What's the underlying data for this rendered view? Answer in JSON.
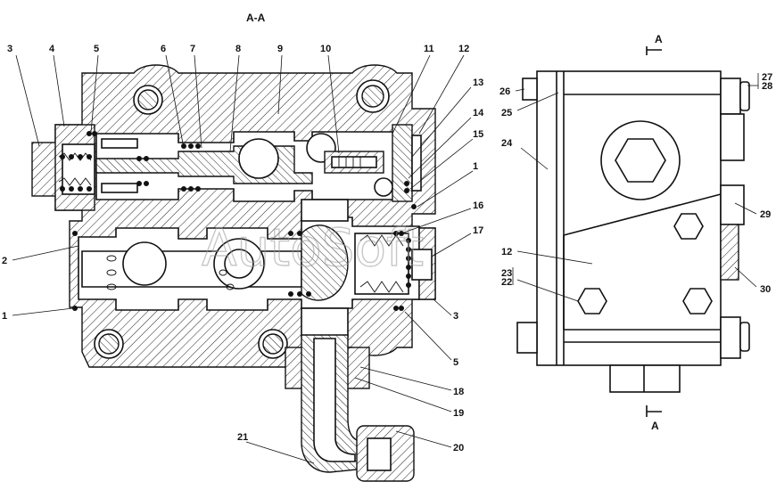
{
  "section_title": "А-А",
  "section_mark": "А",
  "watermark": "AutoSoft",
  "callouts": [
    {
      "id": "c3a",
      "text": "3"
    },
    {
      "id": "c4",
      "text": "4"
    },
    {
      "id": "c5a",
      "text": "5"
    },
    {
      "id": "c6",
      "text": "6"
    },
    {
      "id": "c7",
      "text": "7"
    },
    {
      "id": "c8",
      "text": "8"
    },
    {
      "id": "c9",
      "text": "9"
    },
    {
      "id": "c10",
      "text": "10"
    },
    {
      "id": "c11",
      "text": "11"
    },
    {
      "id": "c12a",
      "text": "12"
    },
    {
      "id": "c13",
      "text": "13"
    },
    {
      "id": "c14",
      "text": "14"
    },
    {
      "id": "c15",
      "text": "15"
    },
    {
      "id": "c1a",
      "text": "1"
    },
    {
      "id": "c16",
      "text": "16"
    },
    {
      "id": "c17",
      "text": "17"
    },
    {
      "id": "c2",
      "text": "2"
    },
    {
      "id": "c1b",
      "text": "1"
    },
    {
      "id": "c3b",
      "text": "3"
    },
    {
      "id": "c5b",
      "text": "5"
    },
    {
      "id": "c18",
      "text": "18"
    },
    {
      "id": "c19",
      "text": "19"
    },
    {
      "id": "c20",
      "text": "20"
    },
    {
      "id": "c21",
      "text": "21"
    },
    {
      "id": "c26",
      "text": "26"
    },
    {
      "id": "c25",
      "text": "25"
    },
    {
      "id": "c24",
      "text": "24"
    },
    {
      "id": "c27",
      "text": "27"
    },
    {
      "id": "c28",
      "text": "28"
    },
    {
      "id": "c29",
      "text": "29"
    },
    {
      "id": "c12b",
      "text": "12"
    },
    {
      "id": "c23",
      "text": "23"
    },
    {
      "id": "c22",
      "text": "22"
    },
    {
      "id": "c30",
      "text": "30"
    }
  ]
}
